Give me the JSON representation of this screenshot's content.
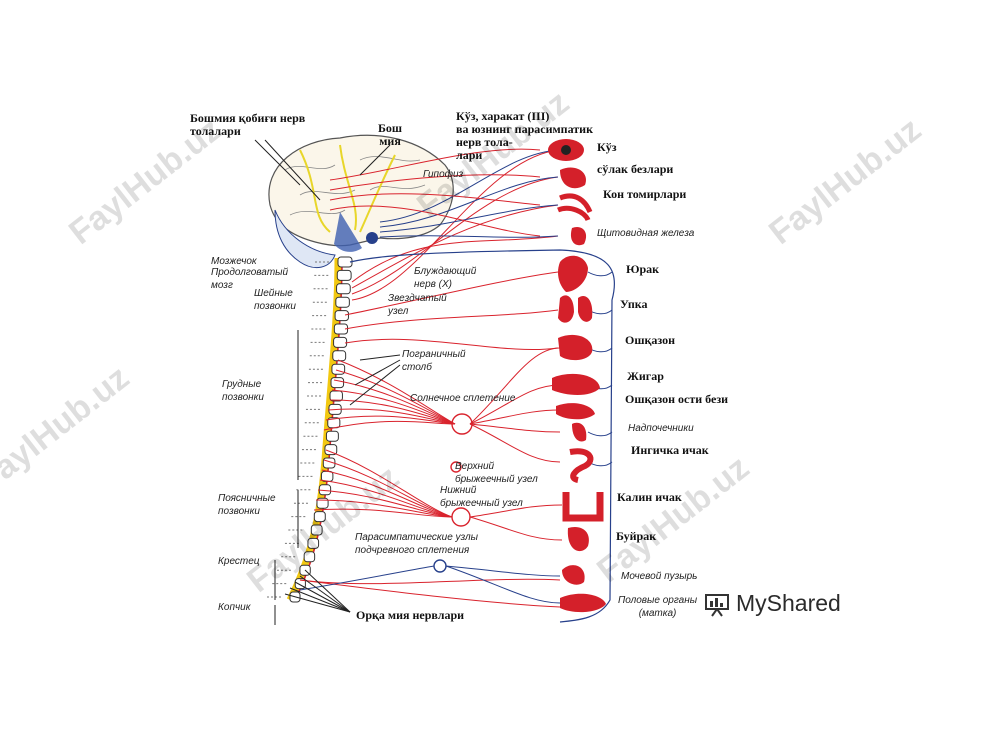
{
  "labels": {
    "head_nerves": "Бошмия қобиғи нерв\nтолалари",
    "brain": "Бош\nмия",
    "eye_nerves": "Кўз, харакат (III)\nва юзнинг парасимпатик\nнерв тола-\nлари",
    "hypophysis": "Гипофиз",
    "cerebellum": "Мозжечок",
    "medulla": "Продолговатый\nмозг",
    "cervical": "Шейные\nпозвонки",
    "vagus": "Блуждающий\nнерв (X)",
    "stellate": "Звездчатый\nузел",
    "border_column": "Пограничный\nстолб",
    "thoracic": "Грудные\nпозвонки",
    "solar_plexus": "Солнечное сплетение",
    "upper_mesenteric": "Верхний\nбрыжеечный узел",
    "lower_mesenteric": "Нижний\nбрыжеечный узел",
    "lumbar": "Поясничные\nпозвонки",
    "parasympathetic_nodes": "Парасимпатические узлы\nподчревного сплетения",
    "sacrum": "Крестец",
    "coccyx": "Копчик",
    "spinal_nerves": "Орқа мия нервлари"
  },
  "organs": [
    {
      "id": "eye",
      "label": "Кўз",
      "style": "bold"
    },
    {
      "id": "salivary",
      "label": "сўлак безлари",
      "style": "bold"
    },
    {
      "id": "vessels",
      "label": "Кон томирлари",
      "style": "bold"
    },
    {
      "id": "thyroid",
      "label": "Щитовидная железа",
      "style": "ital"
    },
    {
      "id": "heart",
      "label": "Юрак",
      "style": "bold"
    },
    {
      "id": "lungs",
      "label": "Упка",
      "style": "bold"
    },
    {
      "id": "stomach",
      "label": "Ошқазон",
      "style": "bold"
    },
    {
      "id": "liver",
      "label": "Жигар",
      "style": "bold"
    },
    {
      "id": "pancreas",
      "label": "Ошқазон ости бези",
      "style": "bold"
    },
    {
      "id": "adrenal",
      "label": "Надпочечники",
      "style": "ital"
    },
    {
      "id": "small_intestine",
      "label": "Ингичка ичак",
      "style": "bold"
    },
    {
      "id": "large_intestine",
      "label": "Калин ичак",
      "style": "bold"
    },
    {
      "id": "kidney",
      "label": "Буйрак",
      "style": "bold"
    },
    {
      "id": "bladder",
      "label": "Мочевой пузырь",
      "style": "ital"
    },
    {
      "id": "genitals",
      "label": "Половые органы\n(матка)",
      "style": "ital"
    }
  ],
  "watermark": "FaylHub.uz",
  "logo": "MyShared",
  "colors": {
    "sympathetic": "#d9232d",
    "parasympathetic": "#27408b",
    "spine": "#f2c811",
    "organ": "#d4202a"
  }
}
